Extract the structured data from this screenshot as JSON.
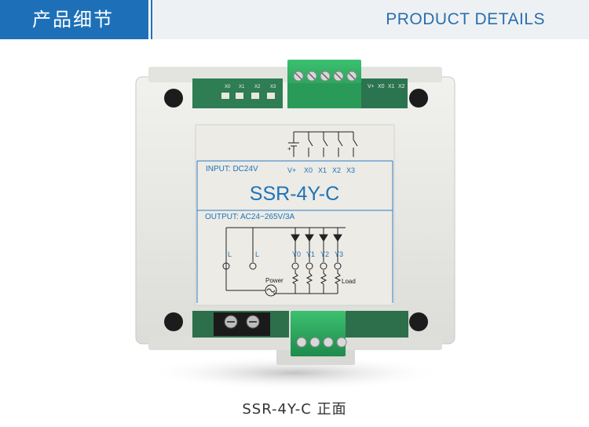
{
  "header": {
    "title_cn": "产品细节",
    "title_en": "PRODUCT DETAILS"
  },
  "device": {
    "model": "SSR-4Y-C",
    "input_label": "INPUT: DC24V",
    "output_label": "OUTPUT: AC24~265V/3A",
    "input_terminals": [
      "V+",
      "X0",
      "X1",
      "X2",
      "X3"
    ],
    "output_terminals": [
      "Y0",
      "Y1",
      "Y2",
      "Y3"
    ],
    "line_labels": [
      "L",
      "L"
    ],
    "power_label": "Power",
    "load_label": "Load",
    "pcb_labels": [
      "X0",
      "X1",
      "X2",
      "X3"
    ],
    "side_labels": [
      "V+",
      "X0",
      "X1",
      "X2"
    ]
  },
  "caption": "SSR-4Y-C 正面",
  "colors": {
    "brand_blue": "#1d70b8",
    "housing": "#ebebe8",
    "panel": "#ecebe6",
    "terminal_green": "#2eaa5f",
    "panel_text_blue": "#1e73b8"
  }
}
